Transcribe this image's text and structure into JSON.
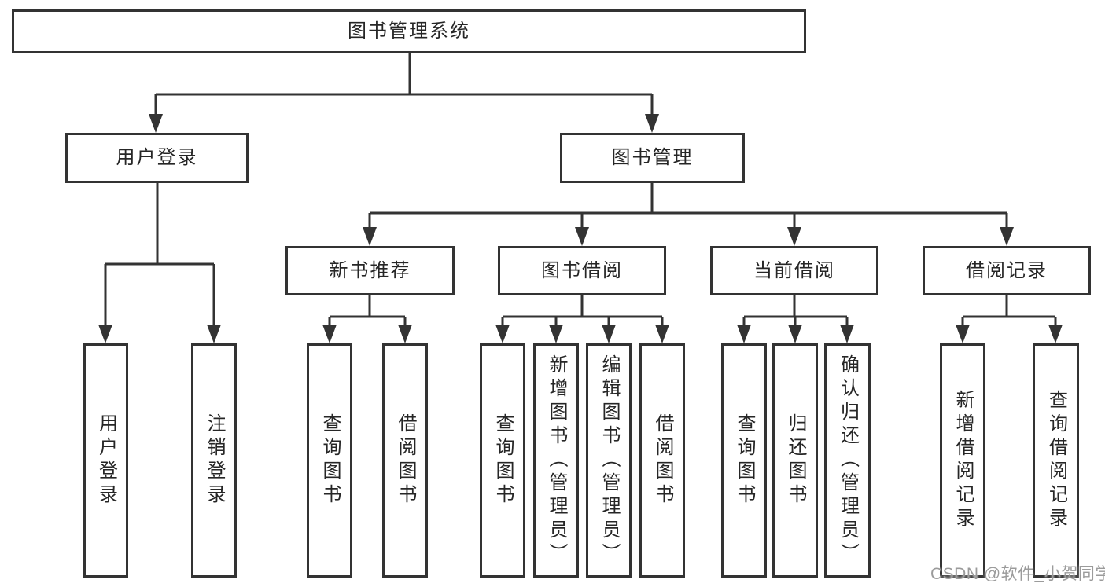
{
  "diagram": {
    "root": {
      "label": "图书管理系统"
    },
    "branches": [
      {
        "label": "用户登录",
        "leaves": [
          "用户登录",
          "注销登录"
        ]
      },
      {
        "label": "图书管理",
        "children": [
          {
            "label": "新书推荐",
            "leaves": [
              "查询图书",
              "借阅图书"
            ]
          },
          {
            "label": "图书借阅",
            "leaves": [
              "查询图书",
              "新增图书（管理员）",
              "编辑图书（管理员）",
              "借阅图书"
            ]
          },
          {
            "label": "当前借阅",
            "leaves": [
              "查询图书",
              "归还图书",
              "确认归还（管理员）"
            ]
          },
          {
            "label": "借阅记录",
            "leaves": [
              "新增借阅记录",
              "查询借阅记录"
            ]
          }
        ]
      }
    ]
  },
  "watermark": {
    "text": "CSDN @软件_小贺同学",
    "color": "#9b9b9b"
  },
  "colors": {
    "line": "#333333",
    "text": "#262626",
    "background": "#ffffff"
  }
}
